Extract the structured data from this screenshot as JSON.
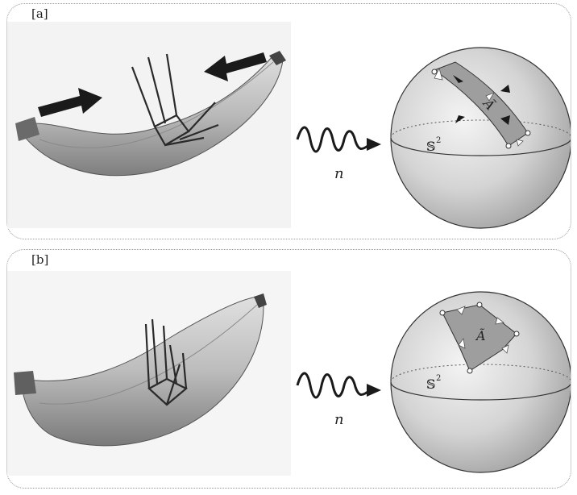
{
  "panels": [
    {
      "label": "[a]",
      "map_label": "n",
      "sphere_label": "𝕊",
      "sphere_label_sup": "2",
      "region_label": "Ã"
    },
    {
      "label": "[b]",
      "map_label": "n",
      "sphere_label": "𝕊",
      "sphere_label_sup": "2",
      "region_label": "Ã"
    }
  ]
}
